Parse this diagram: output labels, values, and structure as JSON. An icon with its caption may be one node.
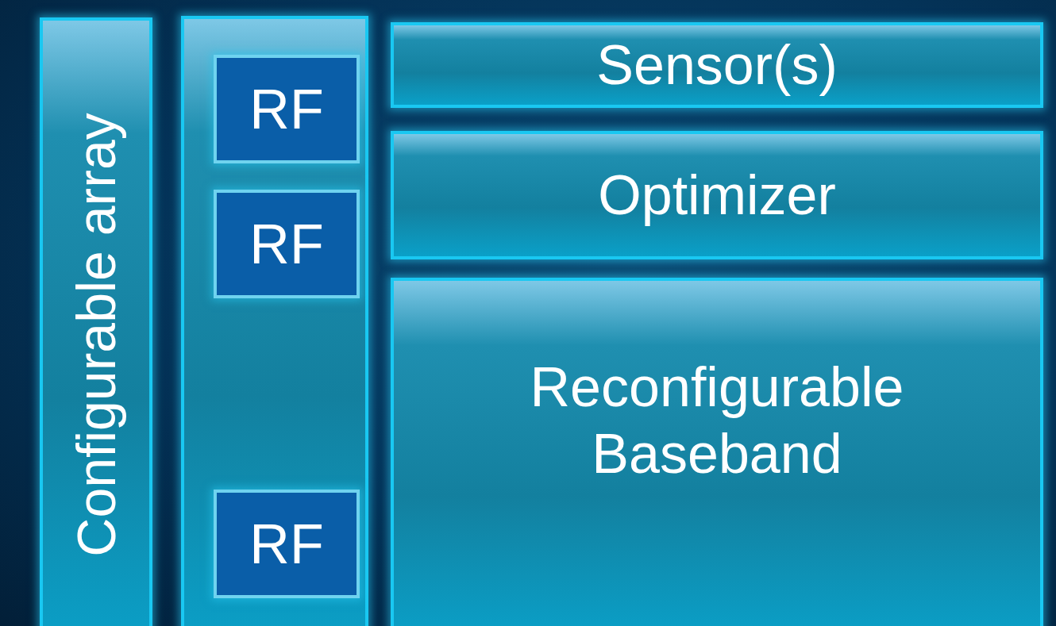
{
  "diagram": {
    "nodes": [
      {
        "text": [
          "Configurable array"
        ]
      },
      {
        "text": [],
        "shape": "box"
      },
      {
        "text": [
          "RF"
        ],
        "in": 1
      },
      {
        "text": [
          "RF"
        ],
        "in": 1
      },
      {
        "text": [
          "RF"
        ],
        "in": 1
      },
      {
        "text": [
          "Sensor(s)"
        ]
      },
      {
        "text": [
          "Optimizer"
        ]
      },
      {
        "text": [
          "Reconfigurable Baseband"
        ]
      }
    ]
  }
}
